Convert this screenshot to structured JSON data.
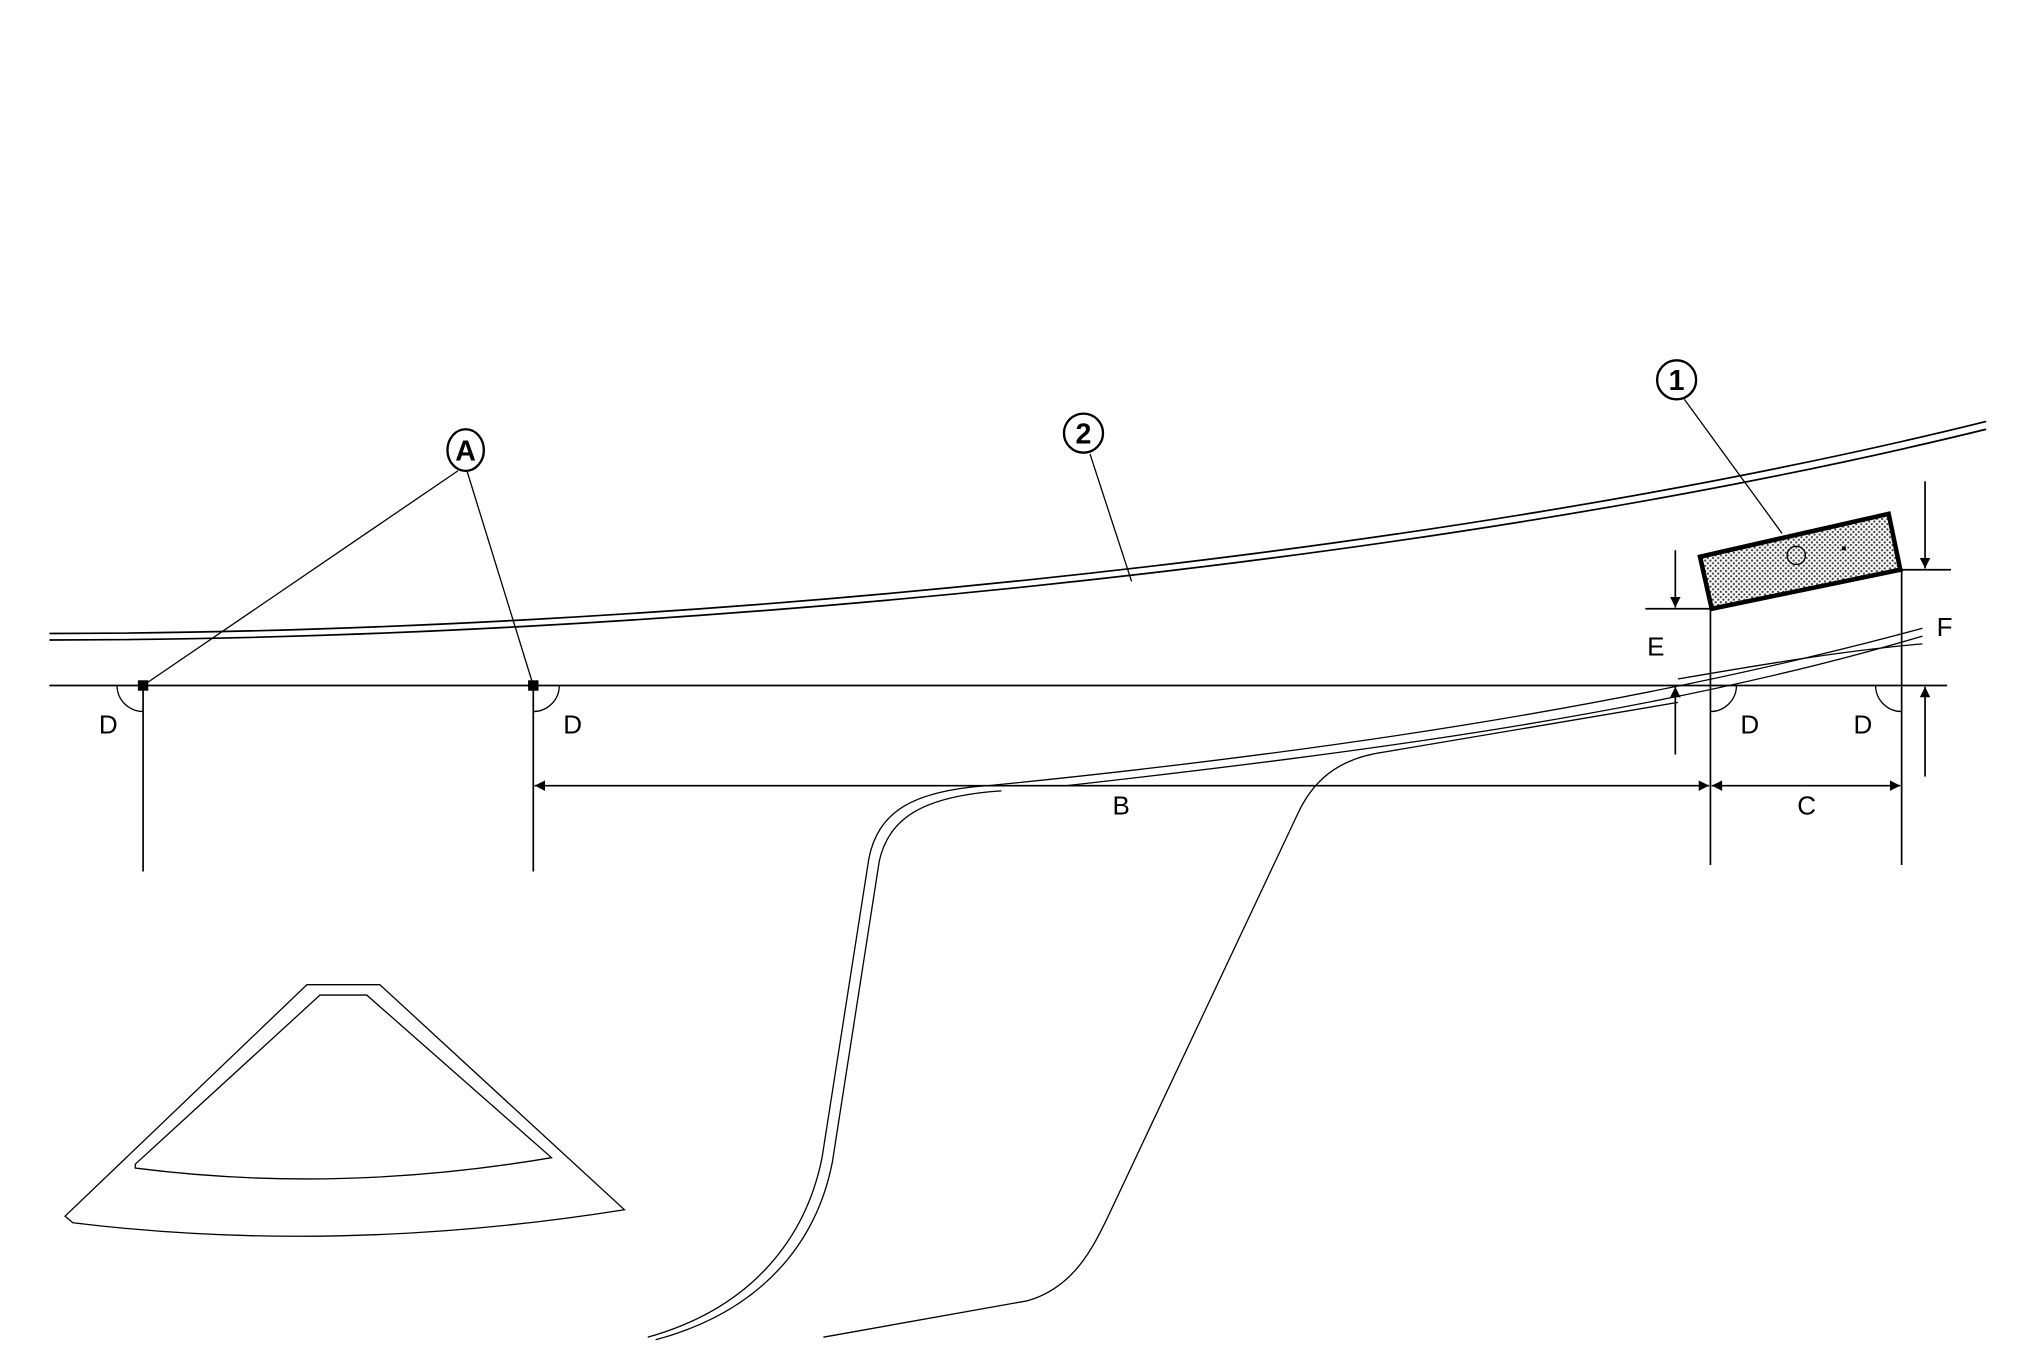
{
  "diagram": {
    "callouts": {
      "part_1": "1",
      "part_2": "2",
      "point_a": "A"
    },
    "dimensions": {
      "b": "B",
      "c": "C",
      "d": "D",
      "e": "E",
      "f": "F"
    },
    "colors": {
      "line": "#000000",
      "background": "#ffffff"
    }
  }
}
